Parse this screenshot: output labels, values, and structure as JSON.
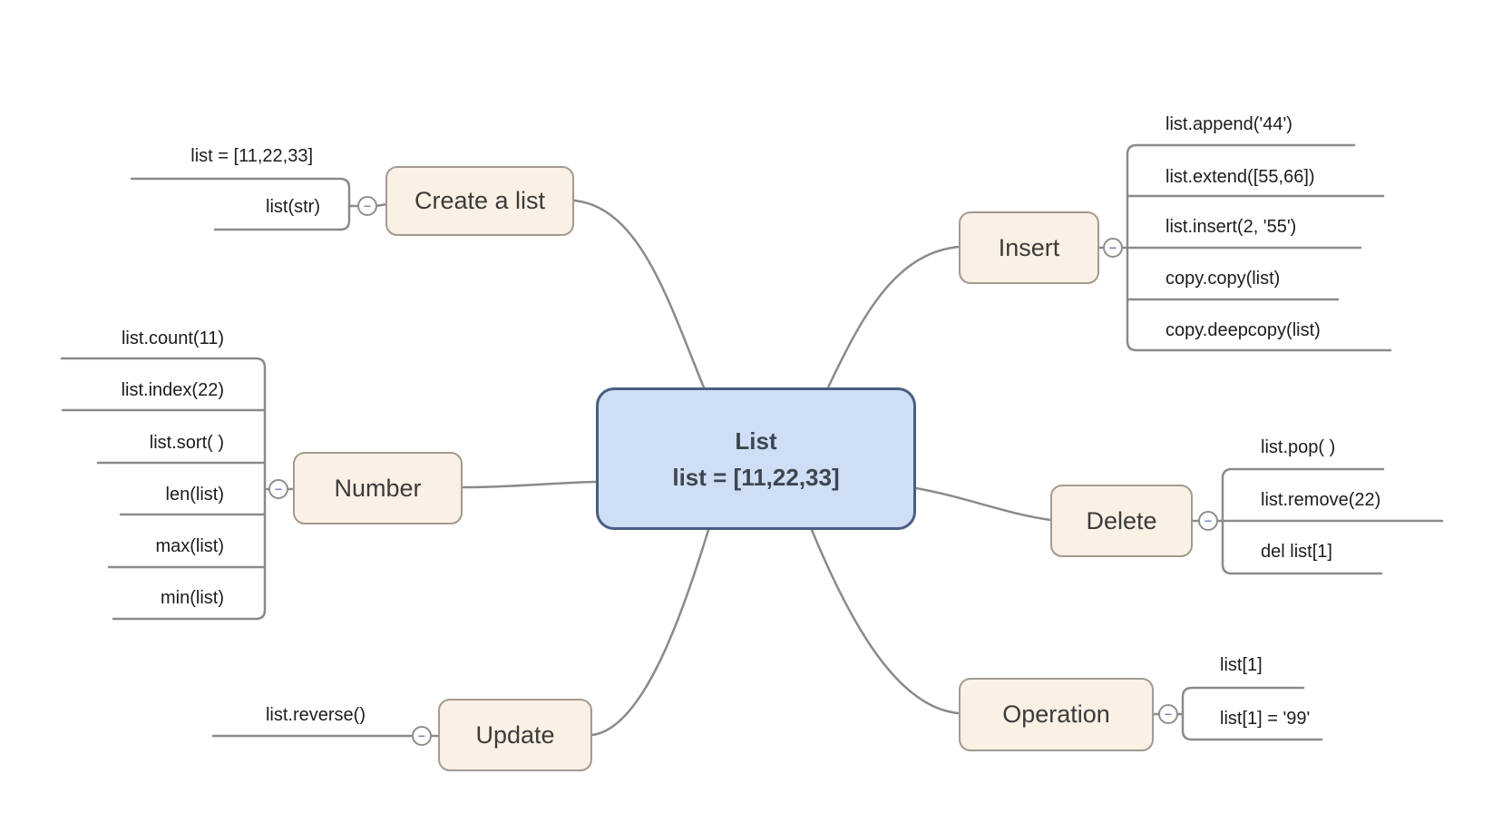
{
  "diagram": {
    "root": {
      "line1": "List",
      "line2": "list = [11,22,33]"
    },
    "branches": [
      {
        "label": "Create a list",
        "children": [
          "list = [11,22,33]",
          "list(str)"
        ]
      },
      {
        "label": "Insert",
        "children": [
          "list.append('44')",
          "list.extend([55,66])",
          "list.insert(2, '55')",
          "copy.copy(list)",
          "copy.deepcopy(list)"
        ]
      },
      {
        "label": "Number",
        "children": [
          "list.count(11)",
          "list.index(22)",
          "list.sort( )",
          "len(list)",
          "max(list)",
          "min(list)"
        ]
      },
      {
        "label": "Delete",
        "children": [
          "list.pop( )",
          "list.remove(22)",
          "del list[1]"
        ]
      },
      {
        "label": "Update",
        "children": [
          "list.reverse()"
        ]
      },
      {
        "label": "Operation",
        "children": [
          "list[1]",
          "list[1] = '99'"
        ]
      }
    ],
    "ui": {
      "collapse_glyph": "−"
    },
    "colors": {
      "background": "#ffffff",
      "central_fill": "#cedff5",
      "central_border": "#4a5d82",
      "central_text": "#3d4650",
      "branch_fill": "#fbf0e4",
      "branch_border": "#a29a90",
      "branch_text": "#3b3b3b",
      "leaf_text": "#1c1c1c",
      "line_color": "#8a8a8a",
      "circle_border": "#8f8f8f",
      "minus_color": "#7b82c6"
    }
  }
}
